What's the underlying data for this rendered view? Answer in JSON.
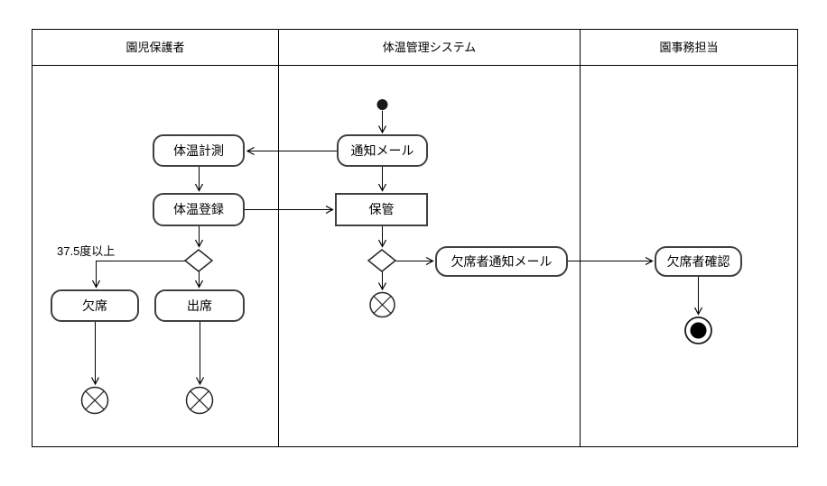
{
  "diagram": {
    "type": "uml-activity-swimlane",
    "lanes": [
      {
        "label": "園児保護者",
        "nodes": {
          "measure_temp": "体温計測",
          "register_temp": "体温登録",
          "absent": "欠席",
          "attend": "出席"
        },
        "edge_label": "37.5度以上"
      },
      {
        "label": "体温管理システム",
        "nodes": {
          "notify_mail": "通知メール",
          "store": "保管",
          "absentee_notify_mail": "欠席者通知メール"
        }
      },
      {
        "label": "園事務担当",
        "nodes": {
          "absentee_check": "欠席者確認"
        }
      }
    ],
    "symbols": {
      "initial_node": 1,
      "decision_nodes": 2,
      "flow_final_nodes": 3,
      "activity_final_node": 1
    },
    "colors": {
      "background": "#ffffff",
      "lane_border": "#000000",
      "node_border": "#404040",
      "edge": "#000000",
      "text": "#000000"
    }
  }
}
